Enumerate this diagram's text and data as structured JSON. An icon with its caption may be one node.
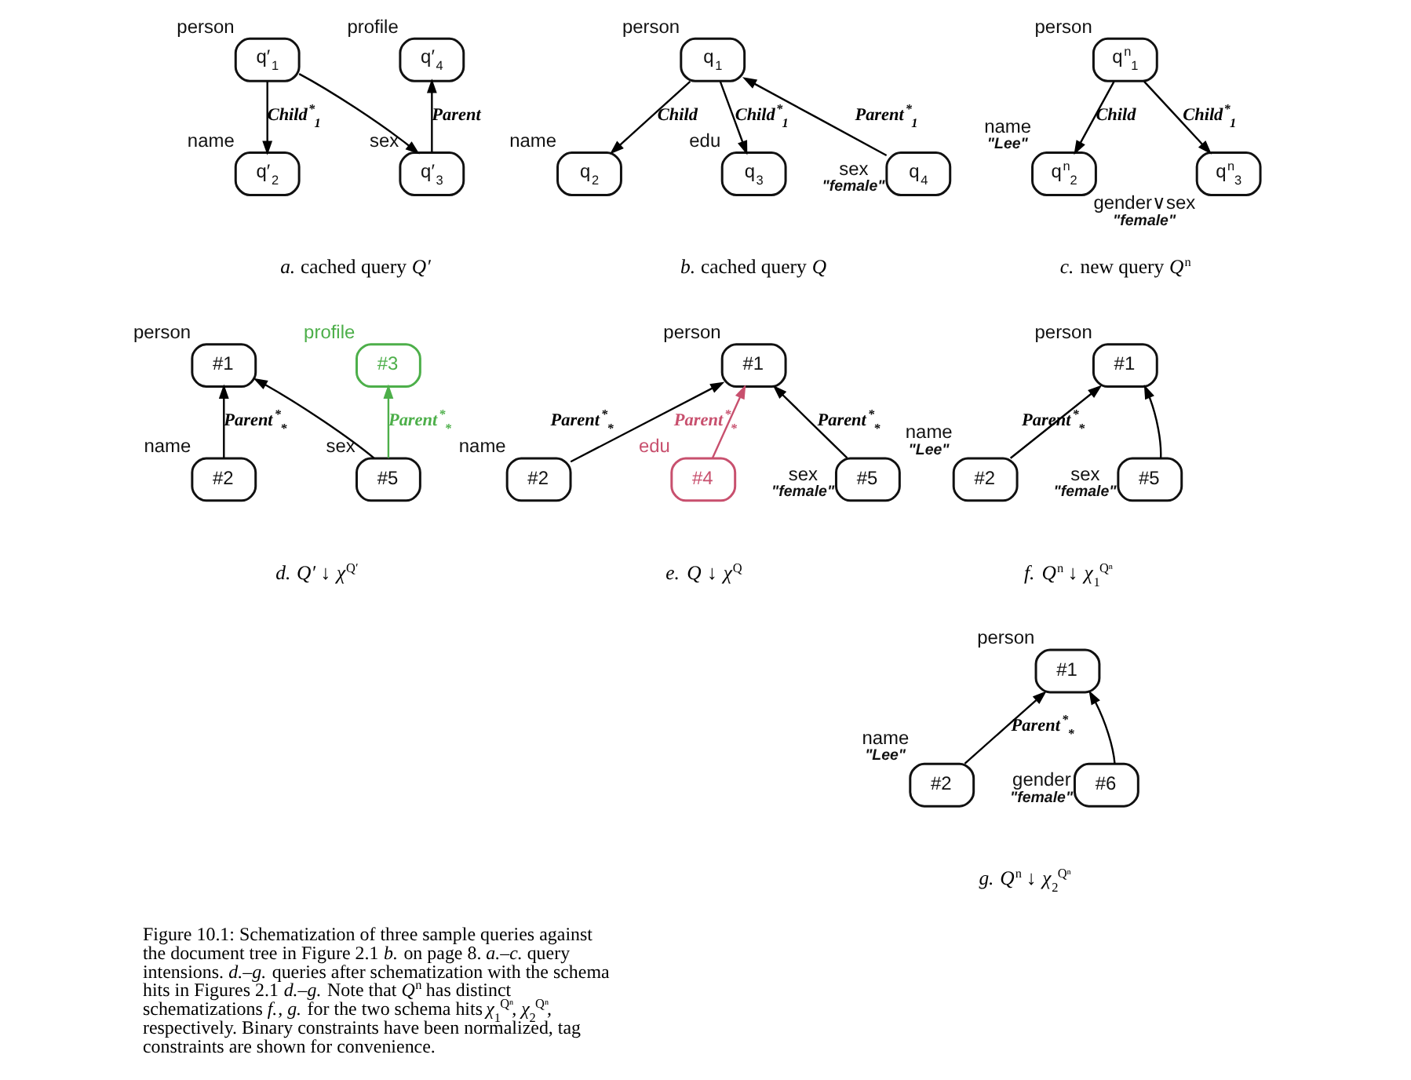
{
  "diagram": {
    "caption": "Figure 10.1: Schematization of three sample queries against the document tree in Figure 2.1 *b.* on page 8. *a.–c.* query intensions. *d.–g.* queries after schematization with the schema hits in Figures 2.1 *d.–g.* Note that *Q*$^{n}$ has distinct schematizations *f.*, *g.* for the two schema hits *χ*$_{1}$$^{Qⁿ}$, *χ*$_{2}$$^{Qⁿ}$, respectively. Binary constraints have been normalized, tag constraints are shown for convenience.",
    "nodes": [
      {
        "text": [
          "q′$_{1}$"
        ],
        "beside": [
          "person"
        ]
      },
      {
        "text": [
          "q′$_{4}$"
        ],
        "beside": [
          "profile"
        ]
      },
      {
        "text": [
          "q′$_{2}$"
        ],
        "beside": [
          "name"
        ]
      },
      {
        "text": [
          "q′$_{3}$"
        ],
        "beside": [
          "sex"
        ]
      },
      {
        "text": [
          "q$_{1}$"
        ],
        "beside": [
          "person"
        ]
      },
      {
        "text": [
          "q$_{2}$"
        ],
        "beside": [
          "name"
        ]
      },
      {
        "text": [
          "q$_{3}$"
        ],
        "beside": [
          "edu"
        ]
      },
      {
        "text": [
          "q$_{4}$"
        ],
        "beside": [
          "sex",
          "\"female\""
        ]
      },
      {
        "text": [
          "q$^{n}$$_{1}$"
        ],
        "beside": [
          "person"
        ]
      },
      {
        "text": [
          "q$^{n}$$_{2}$"
        ],
        "beside": [
          "name",
          "\"Lee\""
        ]
      },
      {
        "text": [
          "q$^{n}$$_{3}$"
        ],
        "beside": [
          "gender∨sex",
          "\"female\""
        ]
      },
      {
        "text": [
          "#1"
        ],
        "beside": [
          "person"
        ]
      },
      {
        "text": [
          "#3"
        ],
        "beside": [
          "profile"
        ]
      },
      {
        "text": [
          "#2"
        ],
        "beside": [
          "name"
        ]
      },
      {
        "text": [
          "#5"
        ],
        "beside": [
          "sex"
        ]
      },
      {
        "text": [
          "#1"
        ],
        "beside": [
          "person"
        ]
      },
      {
        "text": [
          "#2"
        ],
        "beside": [
          "name"
        ]
      },
      {
        "text": [
          "#4"
        ],
        "beside": [
          "edu"
        ]
      },
      {
        "text": [
          "#5"
        ],
        "beside": [
          "sex",
          "\"female\""
        ]
      },
      {
        "text": [
          "#1"
        ],
        "beside": [
          "person"
        ]
      },
      {
        "text": [
          "#2"
        ],
        "beside": [
          "name",
          "\"Lee\""
        ]
      },
      {
        "text": [
          "#5"
        ],
        "beside": [
          "sex",
          "\"female\""
        ]
      },
      {
        "text": [
          "#1"
        ],
        "beside": [
          "person"
        ]
      },
      {
        "text": [
          "#2"
        ],
        "beside": [
          "name",
          "\"Lee\""
        ]
      },
      {
        "text": [
          "#6"
        ],
        "beside": [
          "gender",
          "\"female\""
        ]
      }
    ],
    "edges": [
      {
        "from": 0,
        "to": 2,
        "arrow": "to",
        "label": "Child$^{*}$$_{1}$"
      },
      {
        "from": 0,
        "to": 3,
        "arrow": "to"
      },
      {
        "from": 3,
        "to": 1,
        "arrow": "to",
        "label": "Parent"
      },
      {
        "from": 4,
        "to": 5,
        "arrow": "to",
        "label": "Child"
      },
      {
        "from": 4,
        "to": 6,
        "arrow": "to",
        "label": "Child$^{*}$$_{1}$"
      },
      {
        "from": 7,
        "to": 4,
        "arrow": "to",
        "label": "Parent$^{*}$$_{1}$"
      },
      {
        "from": 8,
        "to": 9,
        "arrow": "to",
        "label": "Child"
      },
      {
        "from": 8,
        "to": 10,
        "arrow": "to",
        "label": "Child$^{*}$$_{1}$"
      },
      {
        "from": 13,
        "to": 11,
        "arrow": "to",
        "label": "Parent$^{*}$$_{*}$"
      },
      {
        "from": 14,
        "to": 11,
        "arrow": "to"
      },
      {
        "from": 14,
        "to": 12,
        "arrow": "to",
        "label": "Parent$^{*}$$_{*}$",
        "color": "#4daf4a"
      },
      {
        "from": 16,
        "to": 15,
        "arrow": "to",
        "label": "Parent$^{*}$$_{*}$"
      },
      {
        "from": 17,
        "to": 15,
        "arrow": "to",
        "label": "Parent$^{*}$$_{*}$",
        "color": "#c8506e"
      },
      {
        "from": 18,
        "to": 15,
        "arrow": "to",
        "label": "Parent$^{*}$$_{*}$"
      },
      {
        "from": 20,
        "to": 19,
        "arrow": "to",
        "label": "Parent$^{*}$$_{*}$"
      },
      {
        "from": 21,
        "to": 19,
        "arrow": "to"
      },
      {
        "from": 23,
        "to": 22,
        "arrow": "to",
        "label": "Parent$^{*}$$_{*}$"
      },
      {
        "from": 24,
        "to": 22,
        "arrow": "to"
      }
    ],
    "labels": [
      "*a.* cached query *Q′*",
      "*b.* cached query *Q*",
      "*c.* new query *Q*$^{n}$",
      "*d.* *Q′* ↓ *χ*$^{Q′}$",
      "*e.* *Q* ↓ *χ*$^{Q}$",
      "*f.* *Q*$^{n}$ ↓ *χ*$_{1}$$^{Qⁿ}$",
      "*g.* *Q*$^{n}$ ↓ *χ*$_{2}$$^{Qⁿ}$"
    ]
  }
}
